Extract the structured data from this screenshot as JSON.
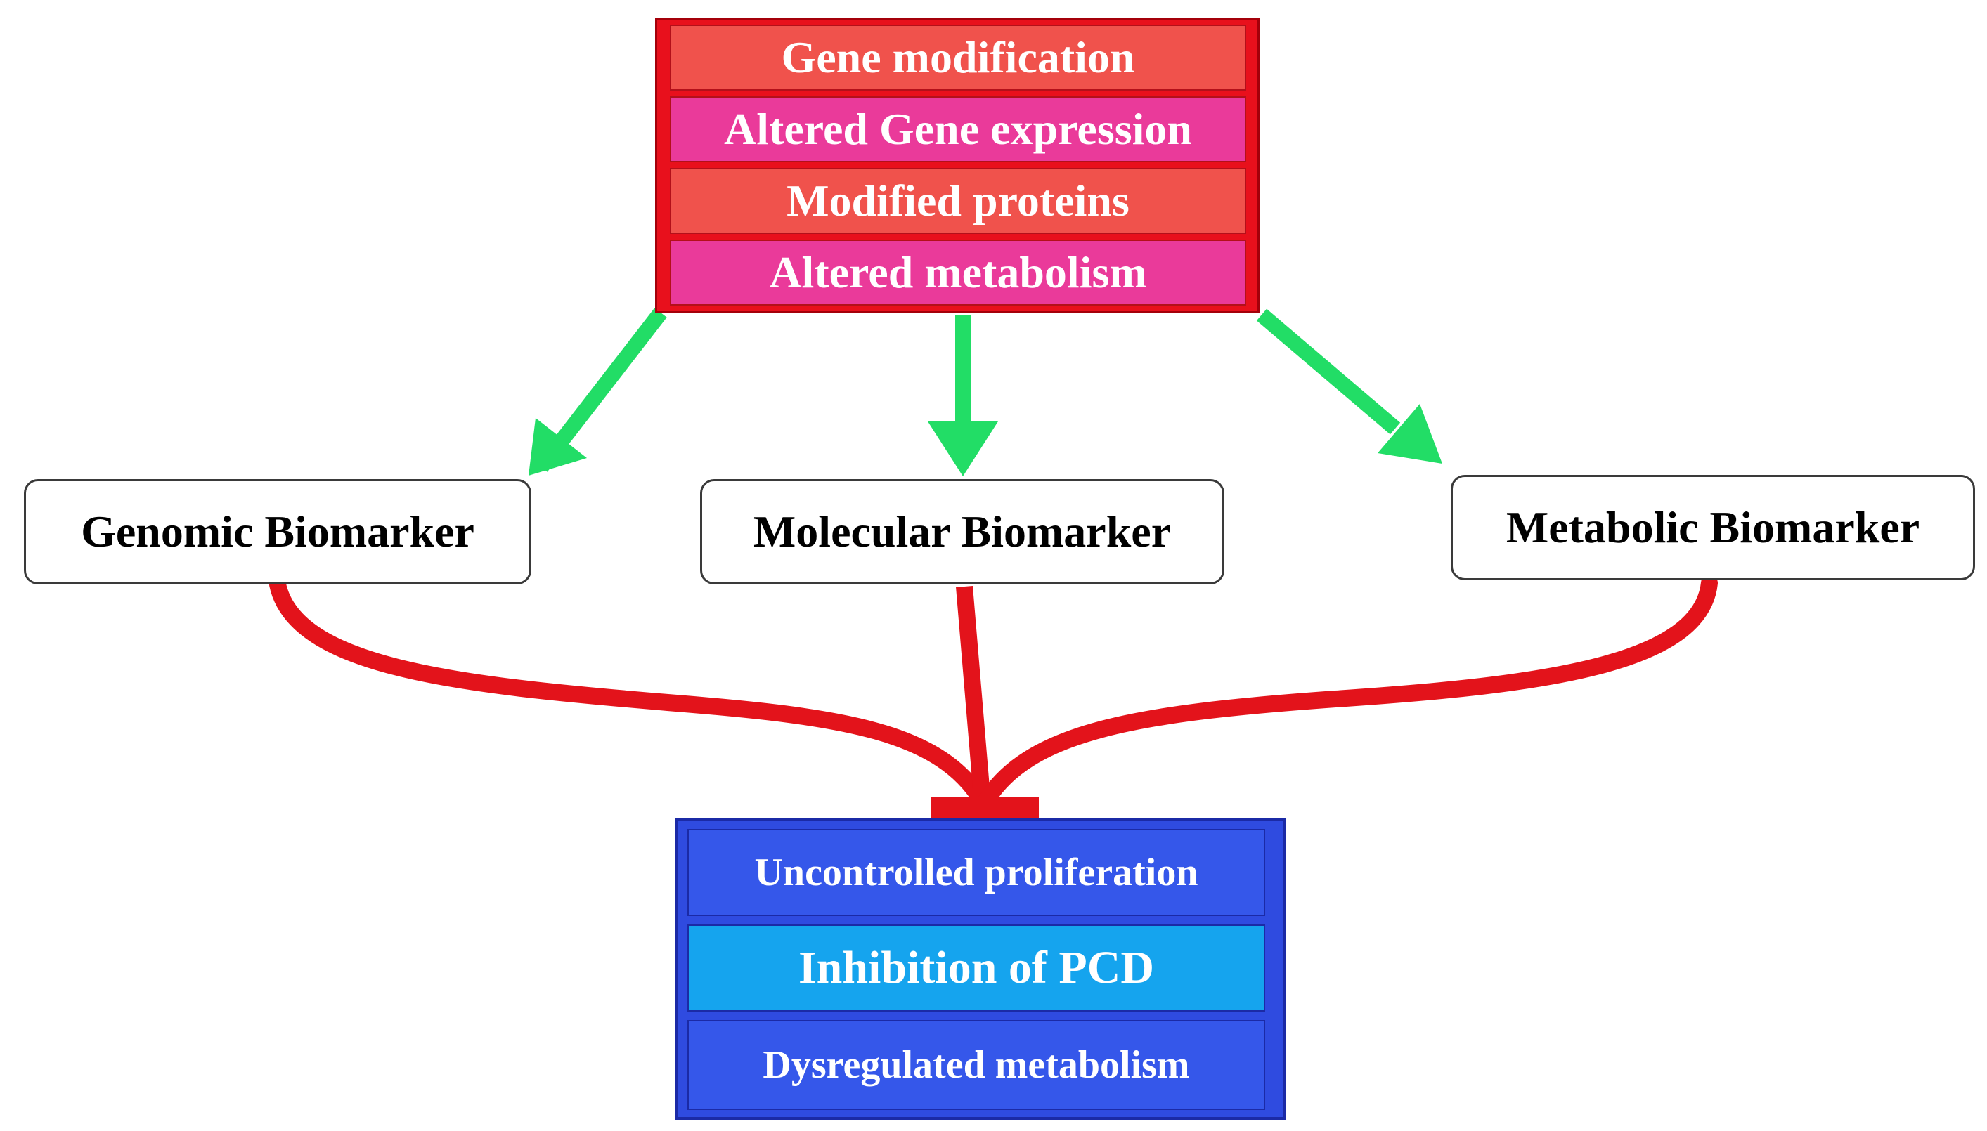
{
  "colors": {
    "top_frame": "#e8101c",
    "top_row_salmon": "#f0524c",
    "top_row_magenta": "#ea3a9a",
    "arrow_green": "#22dd66",
    "connector_red": "#e3131b",
    "bottom_frame": "#2f4be0",
    "bottom_row_blue": "#3557ea",
    "bottom_row_cyan": "#15a4ee",
    "box_border": "#3a3a3a"
  },
  "top_stack": {
    "items": [
      "Gene modification",
      "Altered Gene expression",
      "Modified proteins",
      "Altered metabolism"
    ]
  },
  "biomarkers": {
    "genomic": "Genomic Biomarker",
    "molecular": "Molecular Biomarker",
    "metabolic": "Metabolic Biomarker"
  },
  "bottom_stack": {
    "items": [
      "Uncontrolled  proliferation",
      "Inhibition of PCD",
      "Dysregulated  metabolism"
    ]
  },
  "connectors": {
    "green_arrows": [
      "top-stack → genomic",
      "top-stack → molecular",
      "top-stack → metabolic"
    ],
    "red_inhibition": [
      "genomic ⊣ bottom-stack",
      "molecular ⊣ bottom-stack",
      "metabolic ⊣ bottom-stack"
    ]
  }
}
